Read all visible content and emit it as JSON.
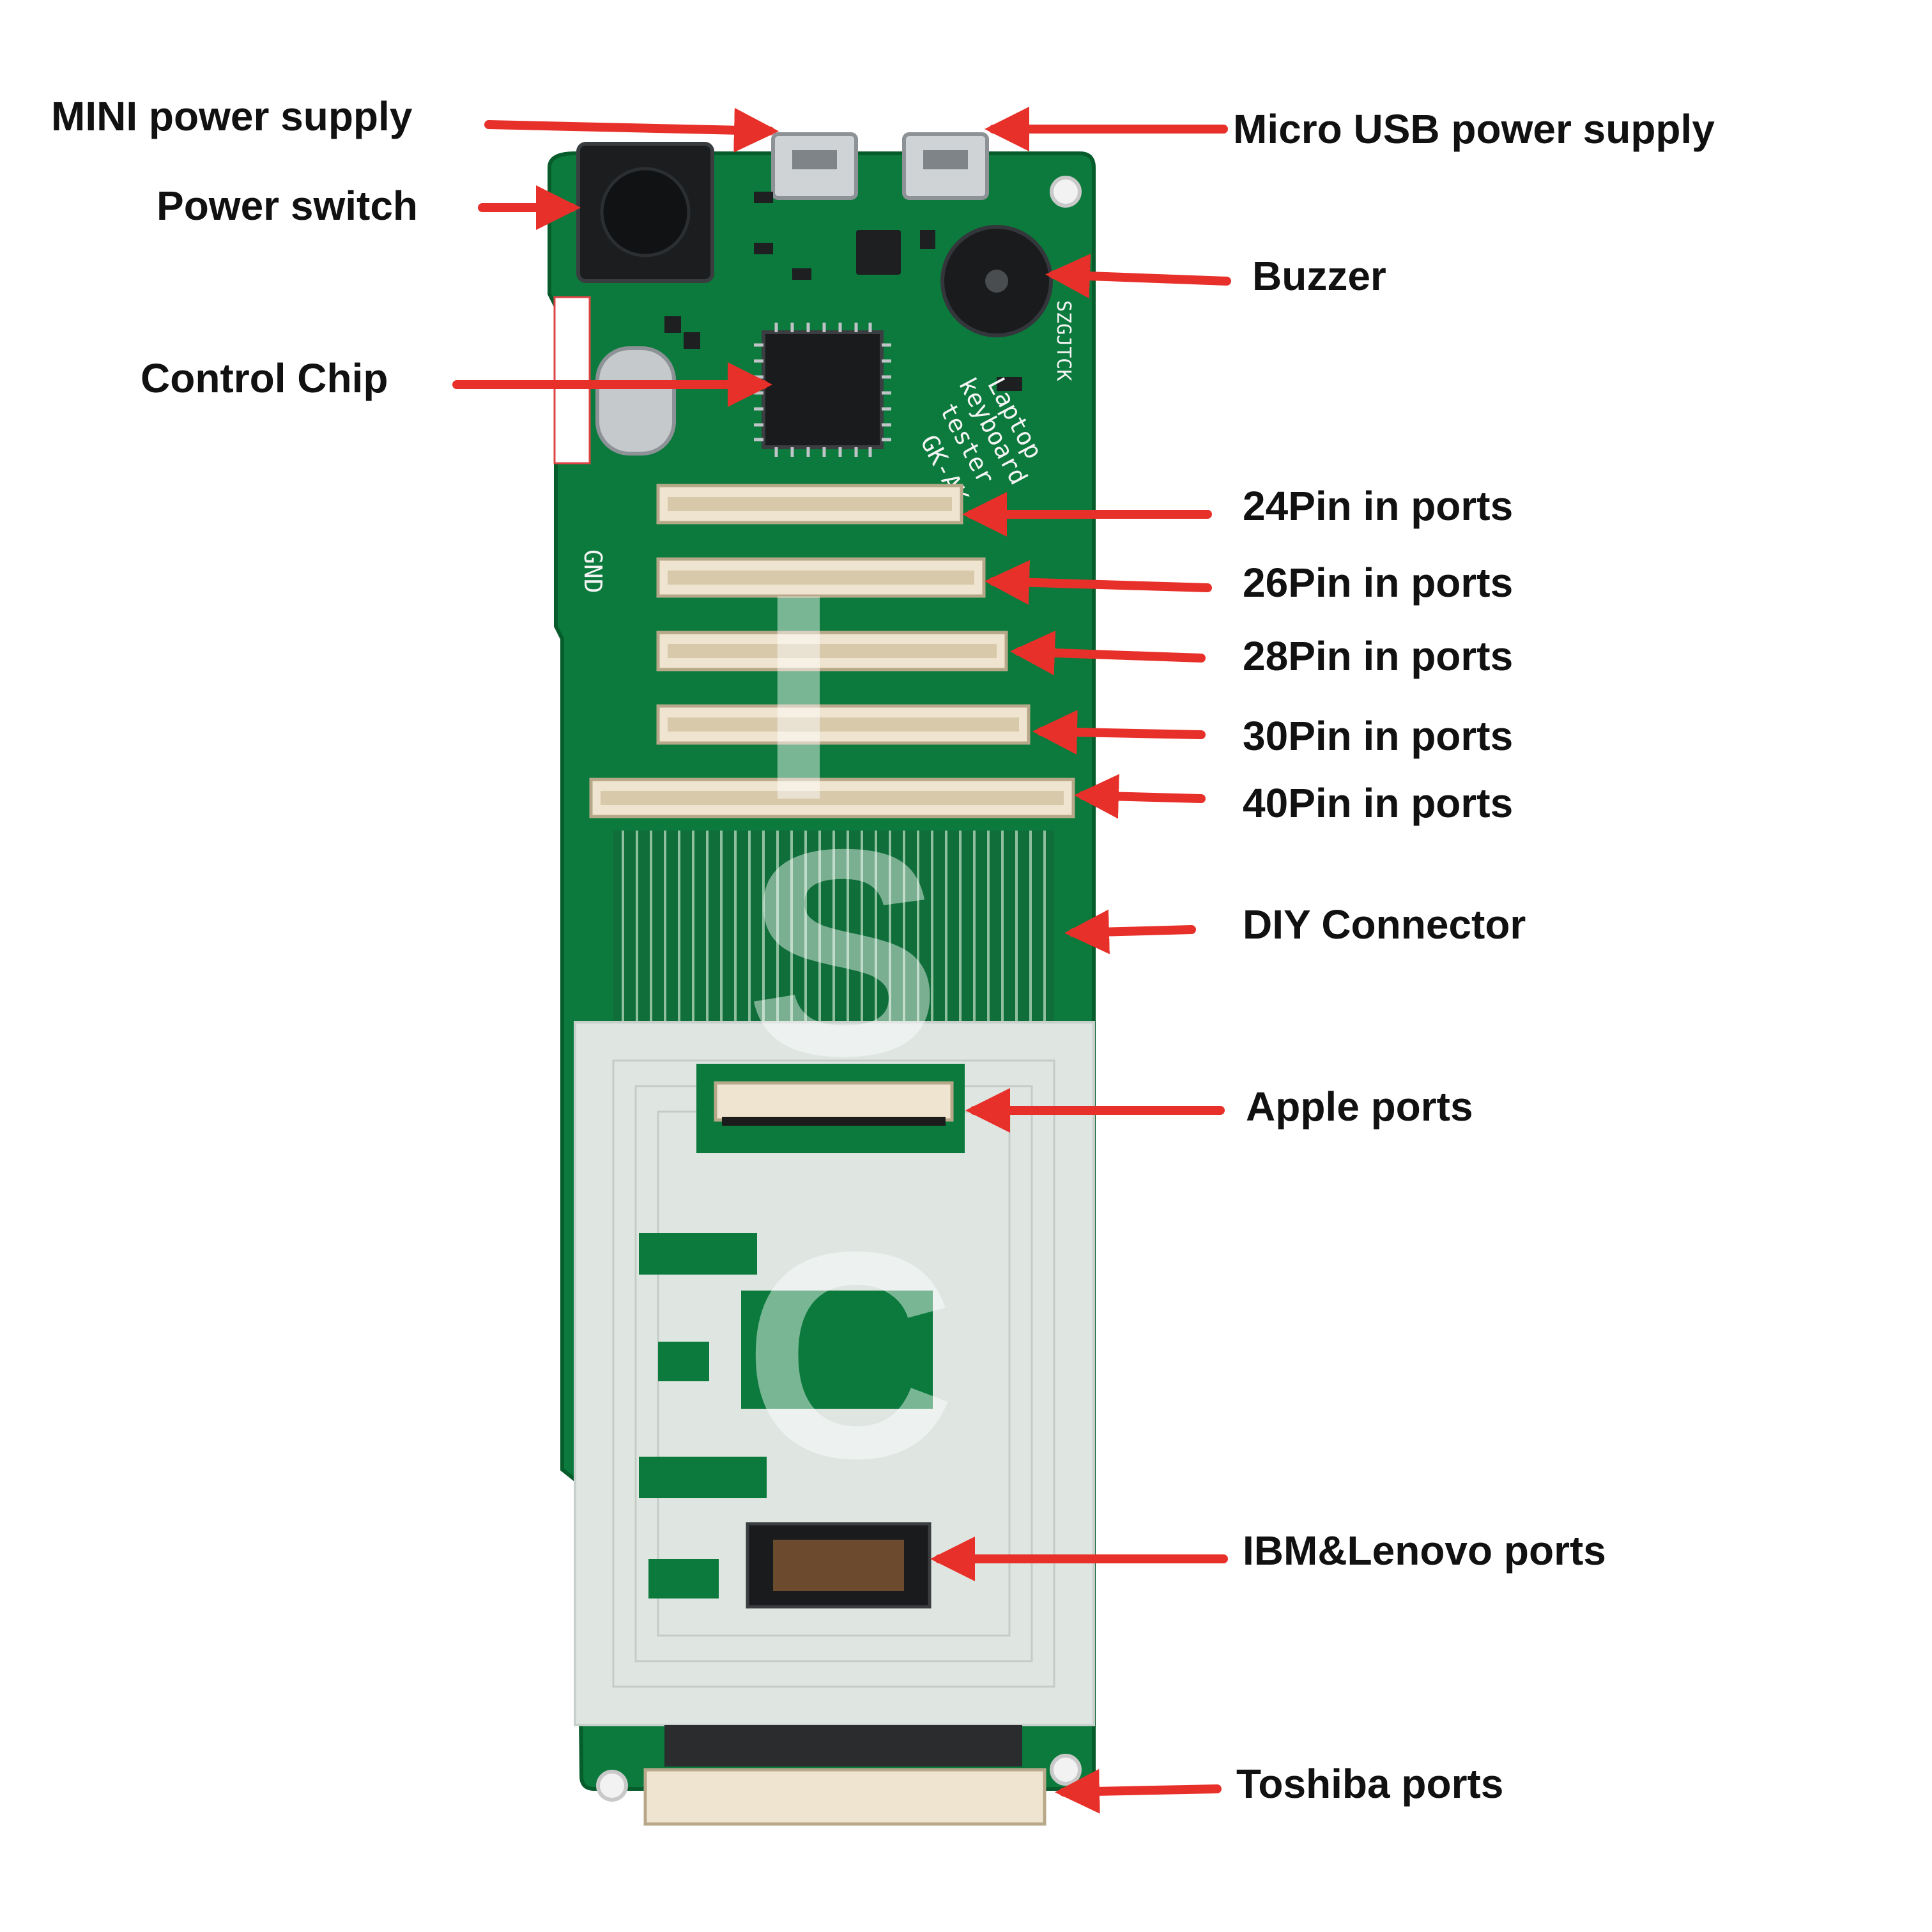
{
  "labels": {
    "mini_power": "MINI power supply",
    "power_switch": "Power switch",
    "control_chip": "Control Chip",
    "micro_usb": "Micro USB power supply",
    "buzzer": "Buzzer",
    "pin24": "24Pin in ports",
    "pin26": "26Pin in ports",
    "pin28": "28Pin in ports",
    "pin30": "30Pin in ports",
    "pin40": "40Pin in ports",
    "diy": "DIY Connector",
    "apple": "Apple ports",
    "ibm": "IBM&Lenovo ports",
    "toshiba": "Toshiba ports"
  },
  "board_text": {
    "title_line1": "Laptop",
    "title_line2": "keyboard",
    "title_line3": "tester",
    "model": "GK-AK",
    "gnd": "GND",
    "side_code": "SZGJTCK"
  },
  "watermark": [
    "I",
    "S",
    "C"
  ],
  "colors": {
    "arrow": "#e8302a",
    "pcb": "#0b7a3c",
    "pcb_dark": "#075c2c",
    "silk_panel": "#dfe6e2",
    "connector": "#efe4cf",
    "text": "#111111"
  }
}
